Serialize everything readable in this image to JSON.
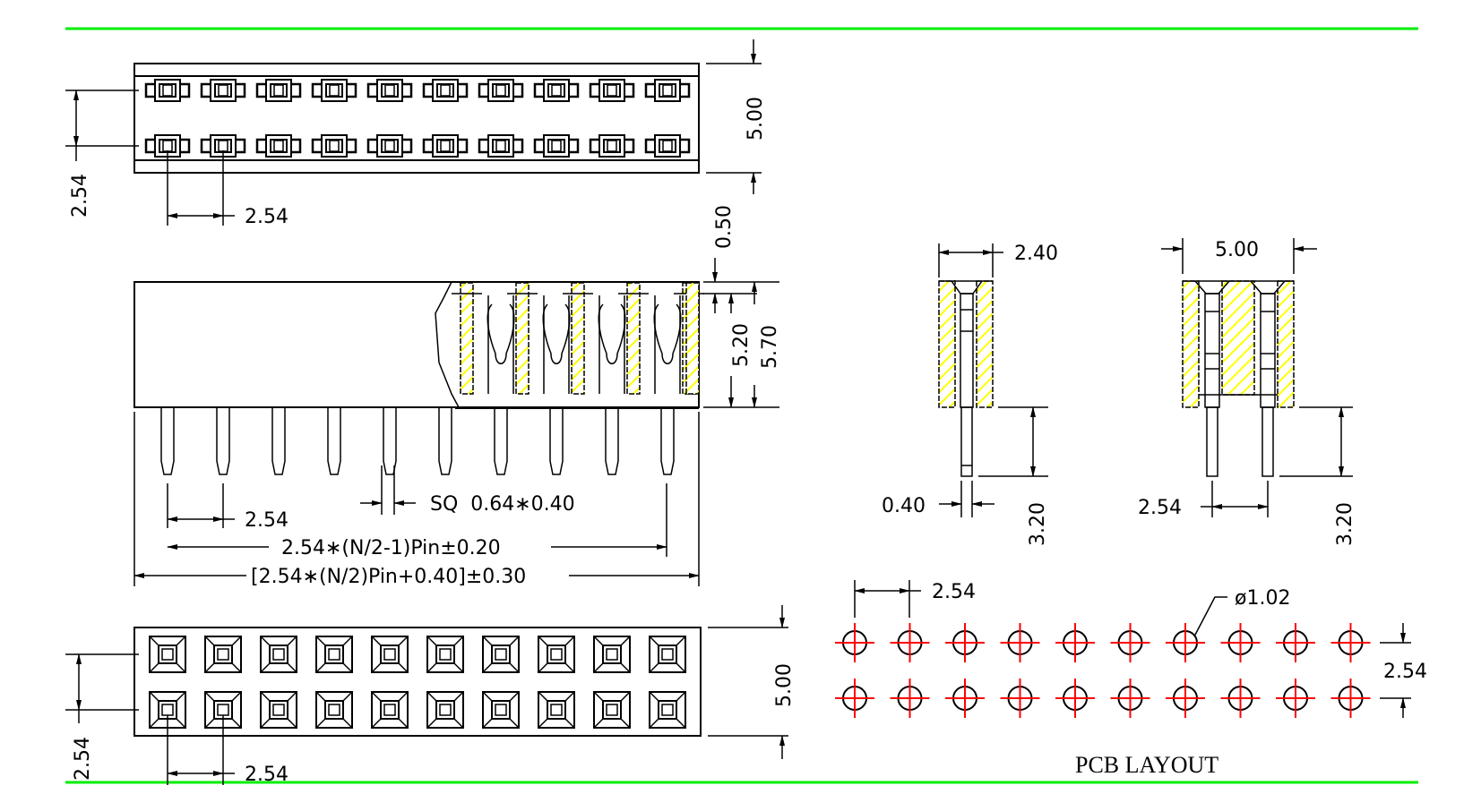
{
  "drawing": {
    "title": "PCB LAYOUT",
    "pins_per_row": 10,
    "rows": 2,
    "colors": {
      "border_line": "#00ee00",
      "hatch": "#ffff00",
      "centerline": "#ff0000",
      "ink": "#000000"
    }
  },
  "top_view": {
    "dim_pitch_x": "2.54",
    "dim_pitch_y": "2.54",
    "dim_width": "5.00"
  },
  "front_view": {
    "dim_top_offset": "0.50",
    "dim_inner_height": "5.20",
    "dim_body_height": "5.70",
    "dim_pitch": "2.54",
    "dim_pin_section": "SQ  0.64∗0.40",
    "dim_pin_span": "2.54∗(N/2-1)Pin±0.20",
    "dim_overall": "[2.54∗(N/2)Pin+0.40]±0.30"
  },
  "side_view_single": {
    "dim_width": "2.40",
    "dim_pin_thickness": "0.40",
    "dim_pin_length": "3.20"
  },
  "side_view_double": {
    "dim_width": "5.00",
    "dim_row_pitch": "2.54",
    "dim_pin_length": "3.20"
  },
  "bottom_view": {
    "dim_pitch_x": "2.54",
    "dim_pitch_y": "2.54",
    "dim_width": "5.00"
  },
  "pcb_layout": {
    "dim_pitch_x": "2.54",
    "dim_pitch_y": "2.54",
    "dim_hole": "ø1.02"
  }
}
